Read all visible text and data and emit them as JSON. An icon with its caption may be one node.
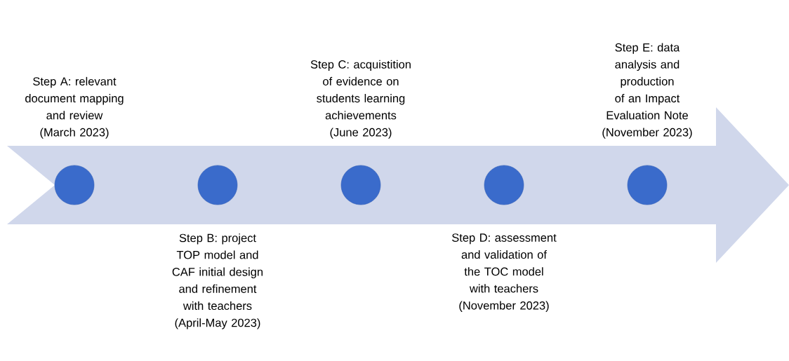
{
  "diagram": {
    "nodes": [
      {
        "text": [],
        "shape": "arrow"
      },
      {
        "text": [],
        "shape": "circle",
        "in": 0,
        "beside": [
          "Step A: relevant document mapping and review (March 2023)"
        ]
      },
      {
        "text": [],
        "shape": "circle",
        "in": 0,
        "beside": [
          "Step B: project TOP model and CAF initial design and refinement with teachers (April-May 2023)"
        ]
      },
      {
        "text": [],
        "shape": "circle",
        "in": 0,
        "beside": [
          "Step C: acquistition of evidence on students learning achievements (June 2023)"
        ]
      },
      {
        "text": [],
        "shape": "circle",
        "in": 0,
        "beside": [
          "Step D: assessment and validation of the TOC model with teachers (November 2023)"
        ]
      },
      {
        "text": [],
        "shape": "circle",
        "in": 0,
        "beside": [
          "Step E: data analysis and production of an Impact Evaluation Note (November 2023)"
        ]
      }
    ]
  }
}
